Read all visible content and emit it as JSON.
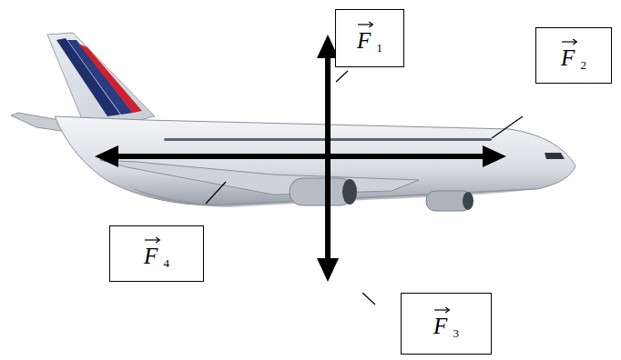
{
  "diagram": {
    "nodes": [
      {
        "text": [
          "F",
          "1"
        ]
      },
      {
        "text": [
          "F",
          "2"
        ]
      },
      {
        "text": [
          "F",
          "4"
        ]
      },
      {
        "text": [
          "F",
          "3"
        ]
      }
    ]
  }
}
